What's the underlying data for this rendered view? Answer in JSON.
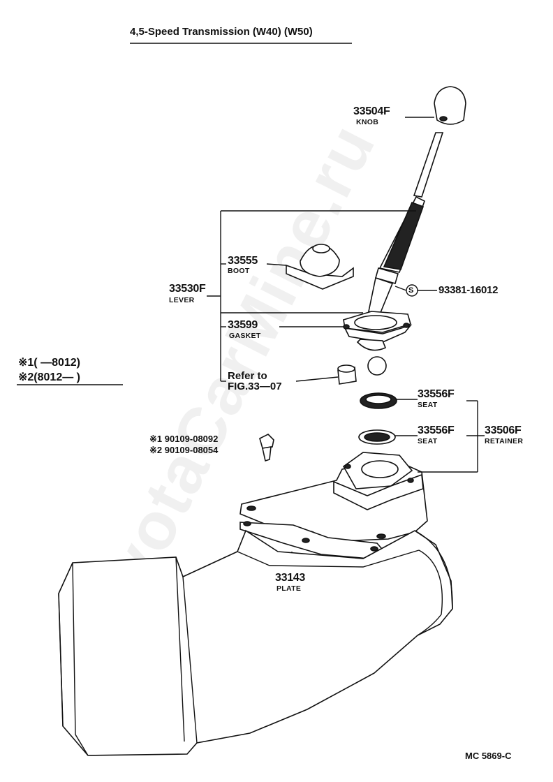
{
  "title": "4,5-Speed Transmission (W40) (W50)",
  "watermark": "ToyotaCarMine.ru",
  "parts": {
    "knob": {
      "number": "33504F",
      "name": "KNOB"
    },
    "boot": {
      "number": "33555",
      "name": "BOOT"
    },
    "lever": {
      "number": "33530F",
      "name": "LEVER"
    },
    "screw": {
      "symbol": "S",
      "number": "93381-16012"
    },
    "gasket": {
      "number": "33599",
      "name": "GASKET"
    },
    "refer": {
      "line1": "Refer to",
      "line2": "FIG.33—07"
    },
    "seat1": {
      "number": "33556F",
      "name": "SEAT"
    },
    "seat2": {
      "number": "33556F",
      "name": "SEAT"
    },
    "retainer": {
      "number": "33506F",
      "name": "RETAINER"
    },
    "plate": {
      "number": "33143",
      "name": "PLATE"
    }
  },
  "legend": {
    "row1": "※1(        —8012)",
    "row2": "※2(8012—        )"
  },
  "bolt": {
    "row1": "※1 90109-08092",
    "row2": "※2 90109-08054"
  },
  "footer": "MC  5869-C"
}
